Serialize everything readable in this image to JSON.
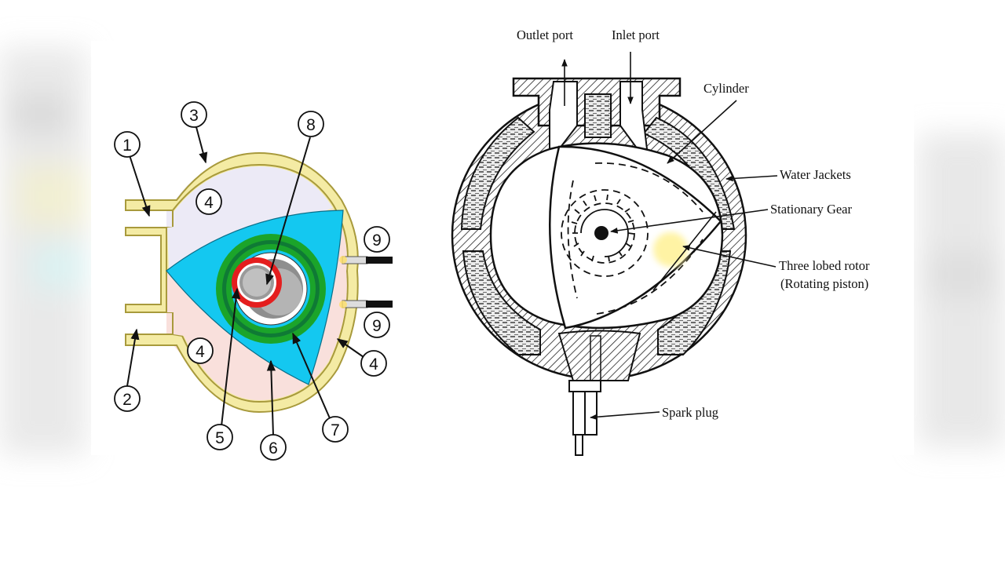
{
  "left_diagram": {
    "callouts": {
      "c1": "1",
      "c2": "2",
      "c3": "3",
      "c4a": "4",
      "c4b": "4",
      "c4c": "4",
      "c5": "5",
      "c6": "6",
      "c7": "7",
      "c8": "8",
      "c9a": "9",
      "c9b": "9"
    }
  },
  "right_diagram": {
    "labels": {
      "outlet_port": "Outlet port",
      "inlet_port": "Inlet port",
      "cylinder": "Cylinder",
      "water_jackets": "Water Jackets",
      "stationary_gear": "Stationary Gear",
      "rotor_line1": "Three lobed rotor",
      "rotor_line2": "(Rotating piston)",
      "spark_plug": "Spark plug"
    }
  },
  "colors": {
    "housing_yellow": "#f4eba4",
    "housing_outline": "#a89a3c",
    "chamber_lavender": "#eceaf6",
    "chamber_pink": "#f9e0dc",
    "rotor_cyan": "#14c8f0",
    "gear_green": "#1ba42a",
    "gear_red": "#e41e1e",
    "highlight_yellow": "#fff3a0"
  }
}
